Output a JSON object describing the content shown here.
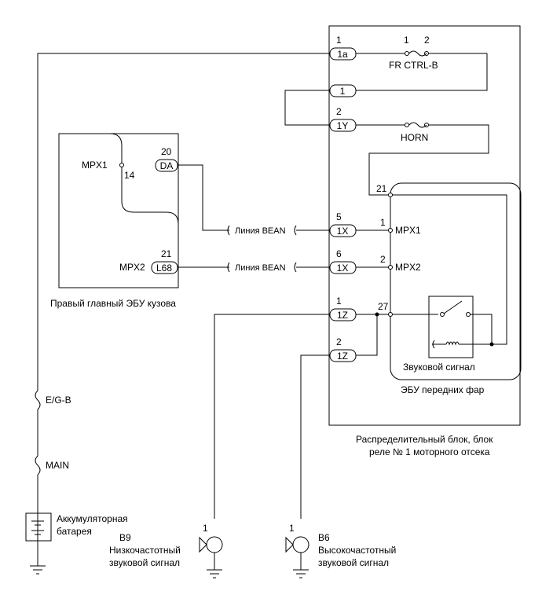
{
  "connectors": {
    "c1a": {
      "pin": "1",
      "label": "1a"
    },
    "c1": {
      "label": "1"
    },
    "c1y": {
      "pin": "2",
      "label": "1Y"
    },
    "c1x_5": {
      "pin": "5",
      "label": "1X"
    },
    "c1x_6": {
      "pin": "6",
      "label": "1X"
    },
    "c1z_1": {
      "pin": "1",
      "label": "1Z"
    },
    "c1z_2": {
      "pin": "2",
      "label": "1Z"
    },
    "da": {
      "pin": "20",
      "label": "DA"
    },
    "l68": {
      "pin": "21",
      "label": "L68"
    }
  },
  "fuses": {
    "fr_ctrl_b": {
      "label": "FR CTRL-B",
      "pin_left": "1",
      "pin_right": "2"
    },
    "horn": {
      "label": "HORN"
    },
    "eg_b": {
      "label": "E/G-B"
    },
    "main": {
      "label": "MAIN"
    }
  },
  "body_ecu": {
    "title": "Правый главный ЭБУ кузова",
    "mpx1": "MPX1",
    "mpx1_pin": "14",
    "mpx2": "MPX2"
  },
  "bean_line": "Линия BEAN",
  "headlight_ecu": {
    "title": "ЭБУ передних фар",
    "pin_21": "21",
    "pin_1": "1",
    "mpx1": "MPX1",
    "pin_2": "2",
    "mpx2": "MPX2",
    "pin_27": "27",
    "horn_relay": "Звуковой сигнал"
  },
  "junction_block": {
    "line1": "Распределительный блок, блок",
    "line2": "реле № 1 моторного отсека"
  },
  "battery": {
    "line1": "Аккумуляторная",
    "line2": "батарея"
  },
  "horn_b9": {
    "pin": "1",
    "code": "B9",
    "line1": "Низкочастотный",
    "line2": "звуковой сигнал"
  },
  "horn_b6": {
    "pin": "1",
    "code": "B6",
    "line1": "Высокочастотный",
    "line2": "звуковой сигнал"
  }
}
